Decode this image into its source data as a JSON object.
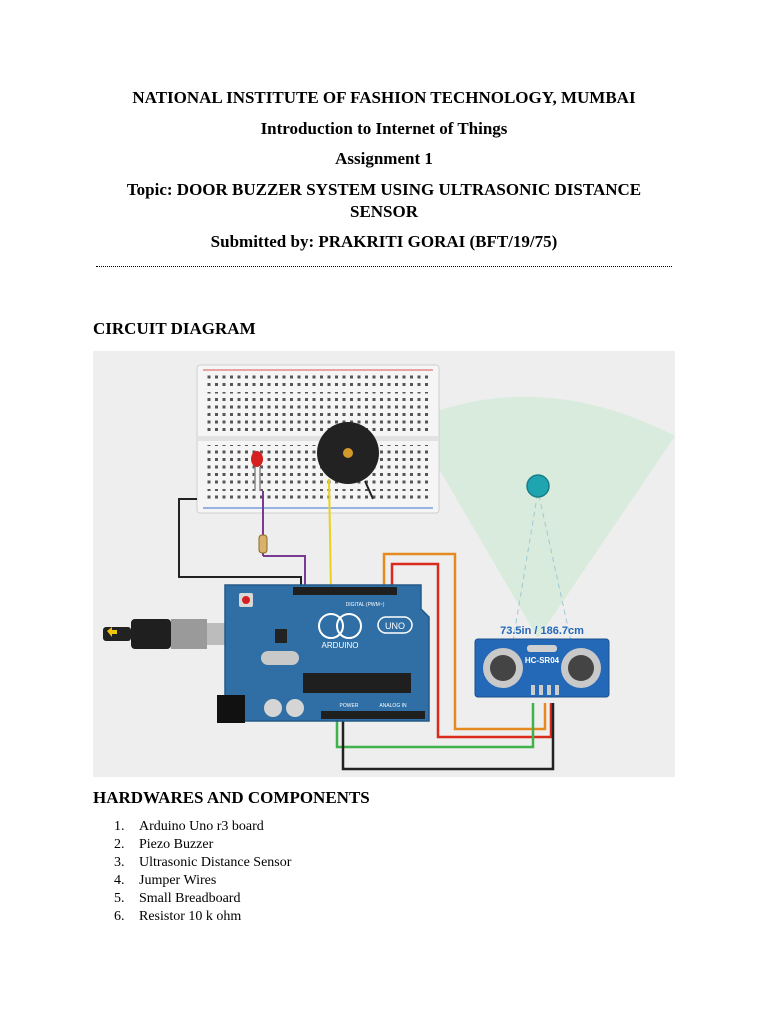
{
  "header": {
    "institute": "NATIONAL INSTITUTE OF FASHION TECHNOLOGY, MUMBAI",
    "course": "Introduction to Internet of Things",
    "assignment": "Assignment 1",
    "topic_line1": "Topic: DOOR BUZZER SYSTEM USING ULTRASONIC DISTANCE",
    "topic_line2": "SENSOR",
    "submitted": "Submitted by: PRAKRITI GORAI (BFT/19/75)"
  },
  "sections": {
    "circuit_title": "CIRCUIT DIAGRAM",
    "hardware_title": "HARDWARES AND COMPONENTS"
  },
  "diagram": {
    "sensor_reading": "73.5in / 186.7cm",
    "sensor_model": "HC-SR04",
    "board_brand": "ARDUINO",
    "board_model": "UNO",
    "digital_label": "DIGITAL (PWM~)",
    "power_label": "POWER",
    "analog_label": "ANALOG IN",
    "colors": {
      "background": "#eeeeee",
      "board": "#2f6fa5",
      "sensor": "#2468b8",
      "detection_zone": "#d6ead9",
      "object": "#1fa5b0",
      "wire_orange": "#e58a1f",
      "wire_red": "#d92a1c",
      "wire_green": "#3fb24a",
      "wire_black": "#222222",
      "wire_yellow": "#e8d21a",
      "wire_purple": "#7a3a92"
    }
  },
  "components": [
    {
      "num": "1.",
      "label": "Arduino Uno r3 board"
    },
    {
      "num": "2.",
      "label": "Piezo Buzzer"
    },
    {
      "num": "3.",
      "label": "Ultrasonic Distance Sensor"
    },
    {
      "num": "4.",
      "label": "Jumper Wires"
    },
    {
      "num": "5.",
      "label": "Small Breadboard"
    },
    {
      "num": "6.",
      "label": "Resistor 10 k ohm"
    }
  ]
}
